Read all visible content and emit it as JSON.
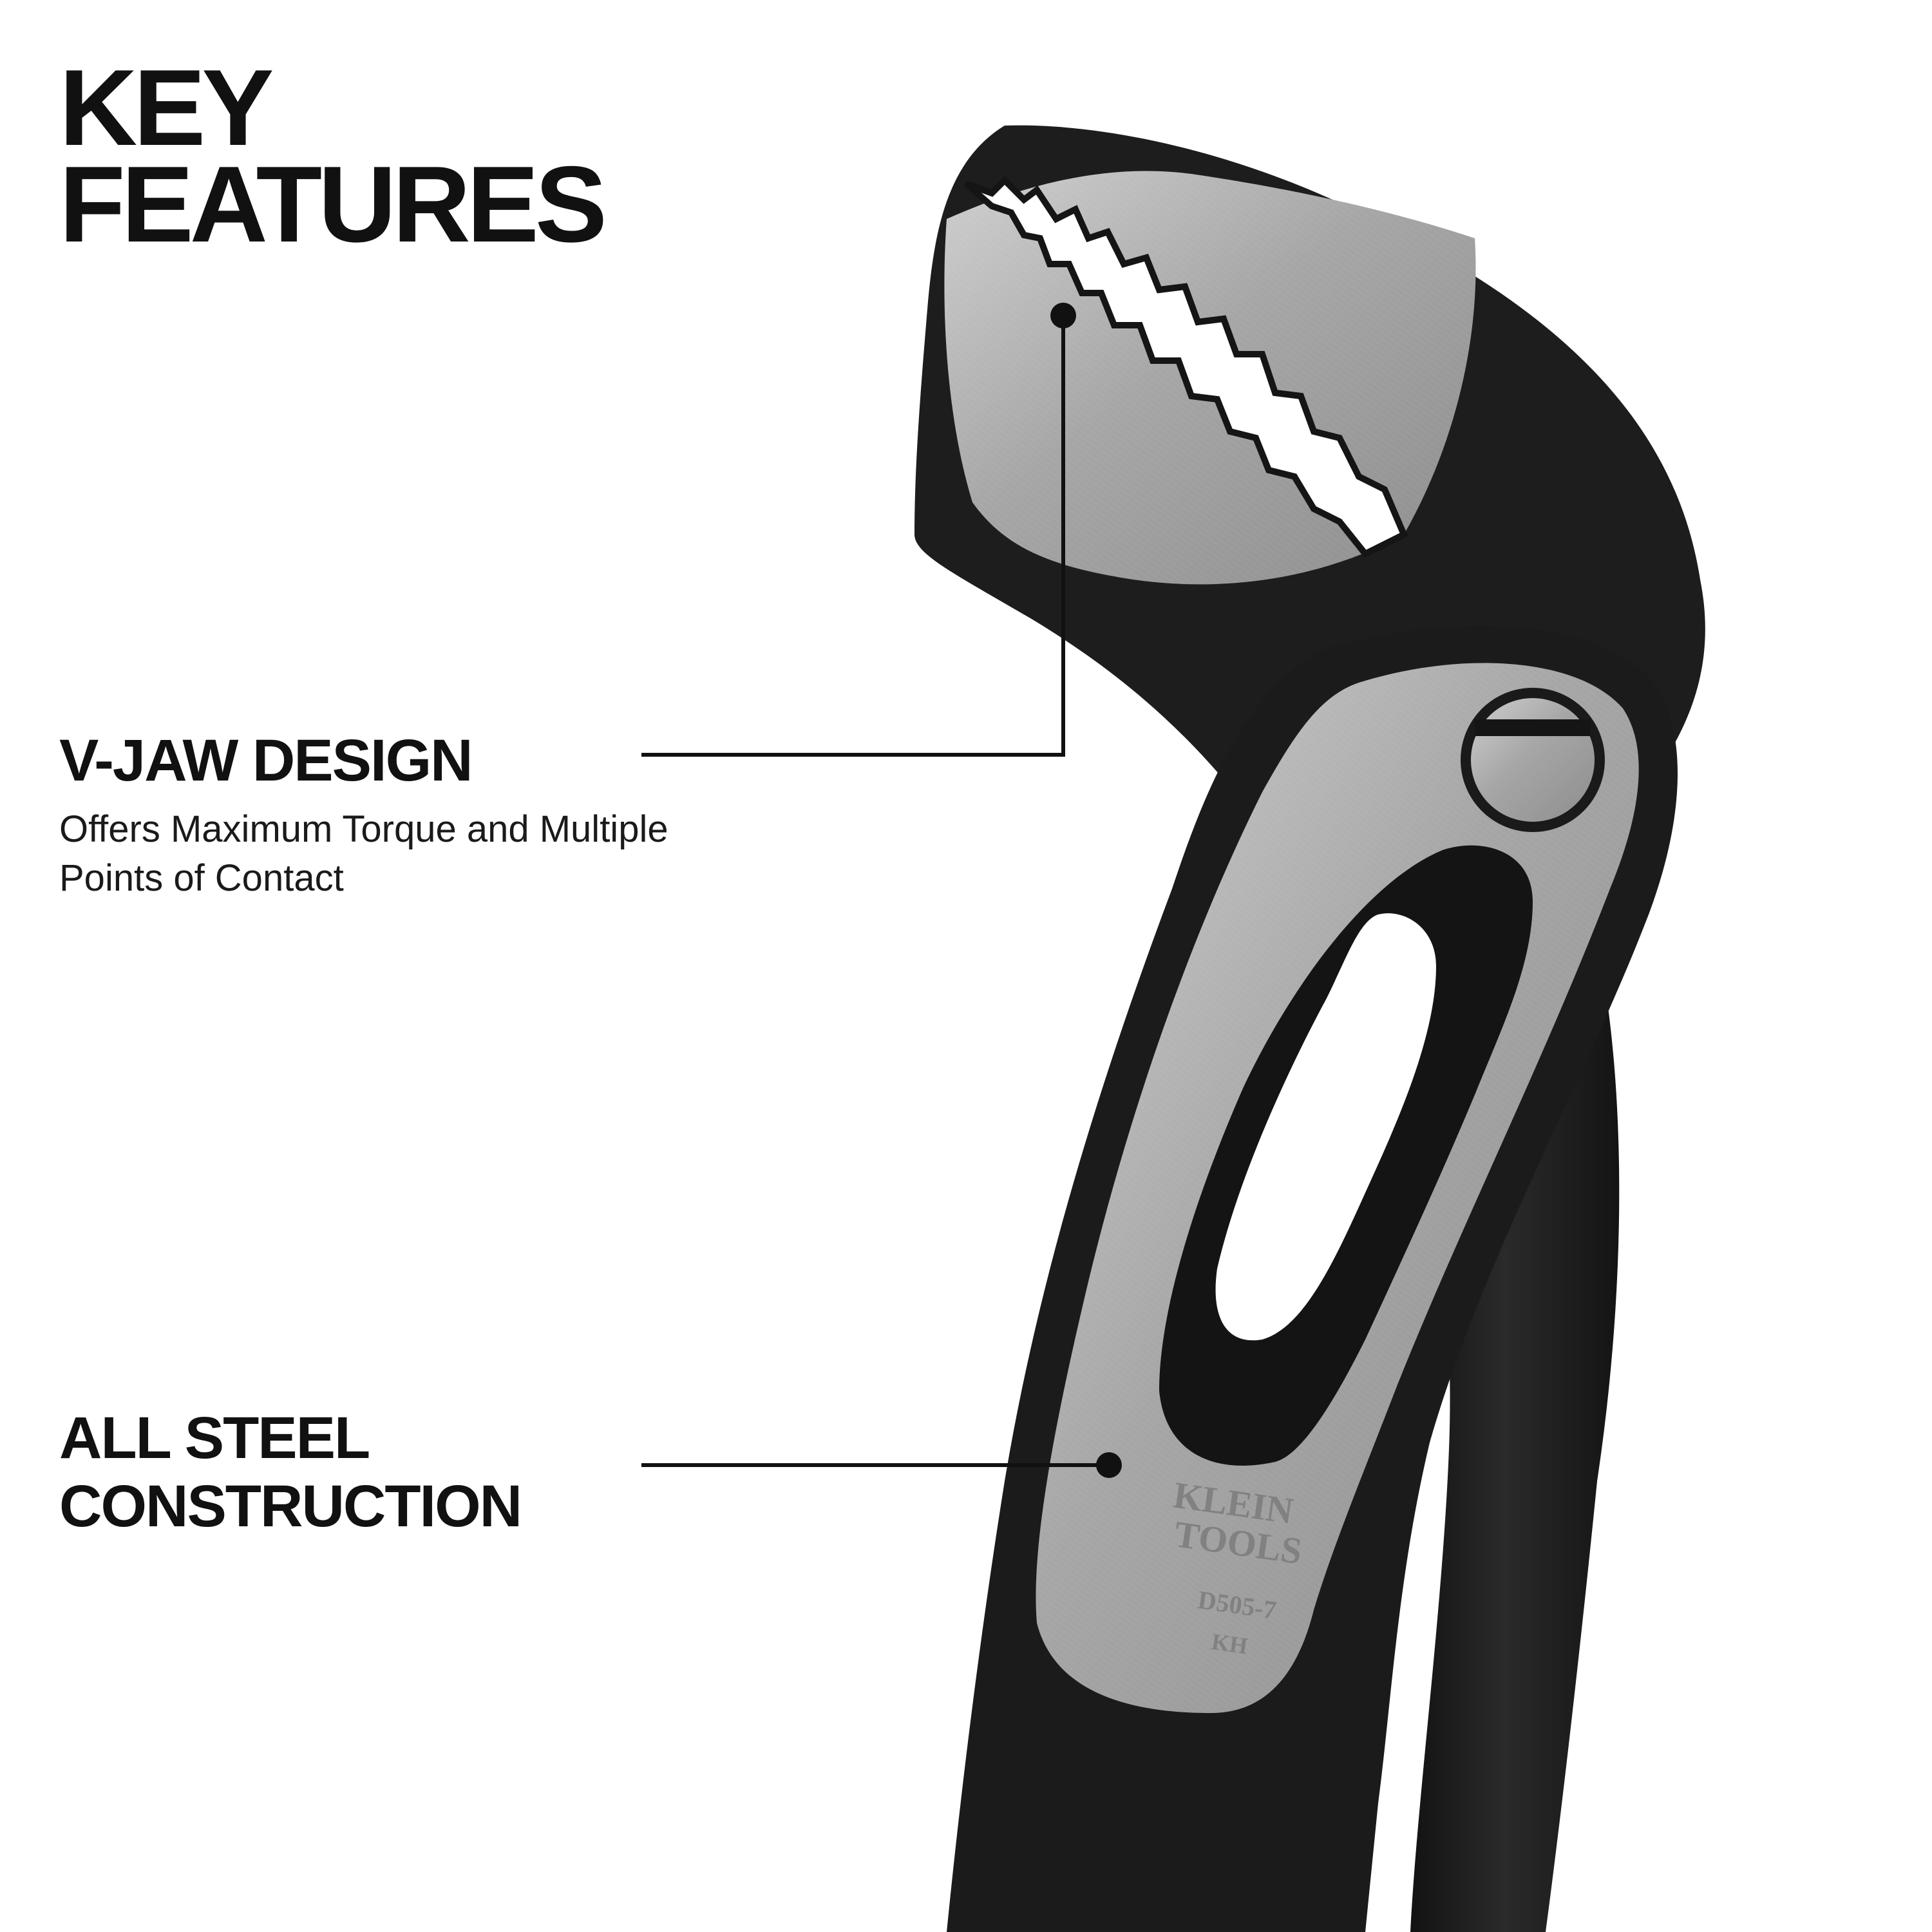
{
  "header": {
    "title_line1": "KEY",
    "title_line2": "FEATURES"
  },
  "features": [
    {
      "heading_lines": [
        "V-JAW DESIGN"
      ],
      "description_lines": [
        "Offers Maximum Torque and Multiple",
        "Points of Contact"
      ]
    },
    {
      "heading_lines": [
        "ALL STEEL",
        "CONSTRUCTION"
      ],
      "description_lines": []
    }
  ],
  "product_marking": {
    "brand_line1": "KLEIN",
    "brand_line2": "TOOLS",
    "model": "D505-7",
    "code": "KH"
  },
  "colors": {
    "background": "#ffffff",
    "text": "#111111",
    "handle": "#1c1c1c",
    "steel": "#a9a9a9",
    "callout_line": "#111111"
  }
}
